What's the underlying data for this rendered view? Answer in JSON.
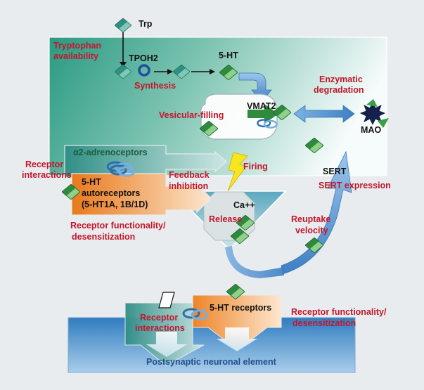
{
  "labels": {
    "trp": "Trp",
    "tpoh2": "TPOH2",
    "five_ht_top": "5-HT",
    "tryptophan_availability_1": "Tryptophan",
    "tryptophan_availability_2": "availability",
    "synthesis": "Synthesis",
    "enzymatic_degradation_1": "Enzymatic",
    "enzymatic_degradation_2": "degradation",
    "vmat2": "VMAT2",
    "vesicular_filling": "Vesicular-filling",
    "mao": "MAO",
    "alpha2": "α2-adrenoceptors",
    "receptor_interactions_top_1": "Receptor",
    "receptor_interactions_top_2": "interactions",
    "feedback_inhibition_1": "Feedback",
    "feedback_inhibition_2": "inhibition",
    "firing": "Firing",
    "autoreceptors_1": "5-HT",
    "autoreceptors_2": "autoreceptors",
    "autoreceptors_3": "(5-HT1A, 1B/1D)",
    "sert": "SERT",
    "sert_expression": "SERT expression",
    "ca": "Ca++",
    "release": "Release",
    "receptor_functionality_top_1": "Receptor functionality/",
    "receptor_functionality_top_2": "desensitization",
    "reuptake_velocity_1": "Reuptake",
    "reuptake_velocity_2": "velocity",
    "receptor_interactions_bottom_1": "Receptor",
    "receptor_interactions_bottom_2": "interactions",
    "five_ht_receptors": "5-HT receptors",
    "receptor_functionality_bottom_1": "Receptor functionality/",
    "receptor_functionality_bottom_2": "desensitization",
    "postsynaptic": "Postsynaptic neuronal element"
  },
  "colors": {
    "background": "#e9ecee",
    "neuron_teal": "#2f9e86",
    "emphasis_red": "#c4162b",
    "serotonin_green": "#3b9a4a",
    "arrow_blue": "#4a86c8",
    "receptor_orange": "#f08a2c",
    "postsynaptic_blue": "#3f86c6"
  },
  "icons": [
    "serotonin-diamond",
    "receptor-ring",
    "lightning-bolt",
    "mao-star"
  ]
}
